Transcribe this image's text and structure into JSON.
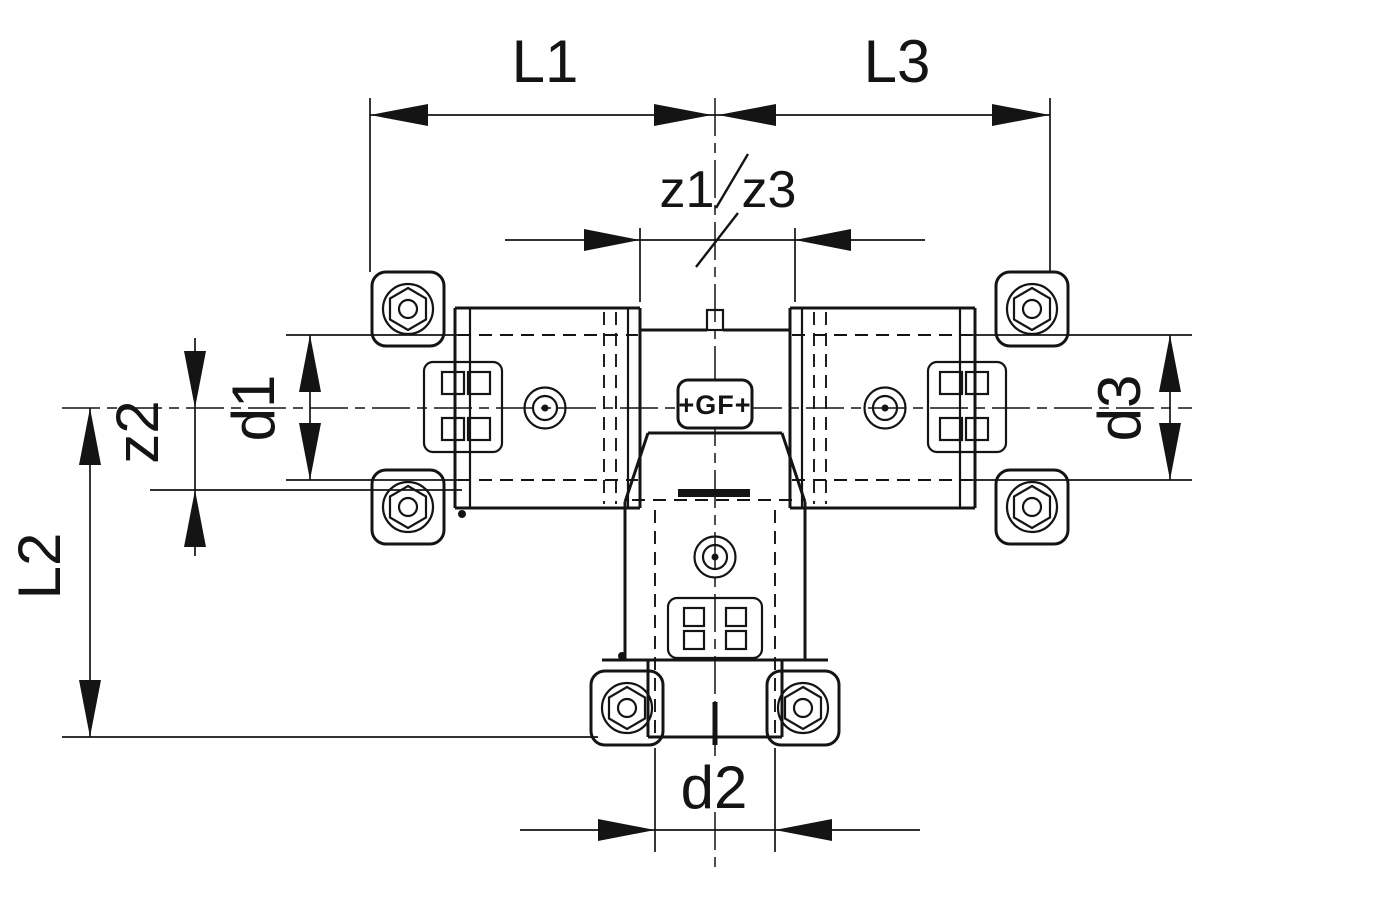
{
  "drawing": {
    "logo_text": "+GF+",
    "labels": {
      "L1": "L1",
      "L3": "L3",
      "z1": "z1",
      "z3": "z3",
      "d1": "d1",
      "z2": "z2",
      "L2": "L2",
      "d3": "d3",
      "d2": "d2"
    },
    "colors": {
      "line_color": "#141414",
      "background": "#ffffff"
    }
  }
}
